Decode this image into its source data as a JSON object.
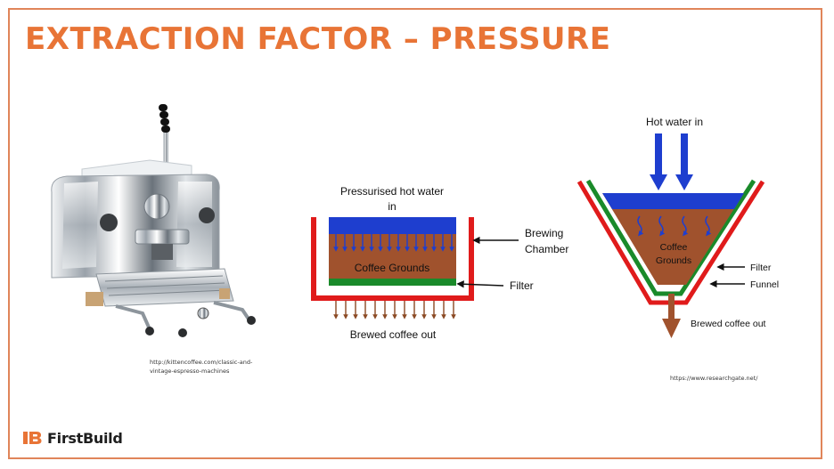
{
  "title": "EXTRACTION FACTOR – PRESSURE",
  "colors": {
    "accent": "#e87436",
    "water": "#1e3ecf",
    "grounds": "#a0522d",
    "filter": "#1a8a2a",
    "chamber": "#e01b1b"
  },
  "left_image": {
    "credit": "http://kittencoffee.com/classic-and-vintage-espresso-machines"
  },
  "espresso_diagram": {
    "water_in_line1": "Pressurised hot water",
    "water_in_line2": "in",
    "grounds_label": "Coffee Grounds",
    "chamber_label_line1": "Brewing",
    "chamber_label_line2": "Chamber",
    "filter_label": "Filter",
    "out_label": "Brewed coffee out"
  },
  "drip_diagram": {
    "water_in_label": "Hot water in",
    "grounds_label_line1": "Coffee",
    "grounds_label_line2": "Grounds",
    "filter_label": "Filter",
    "funnel_label": "Funnel",
    "out_label": "Brewed coffee out",
    "credit": "https://www.researchgate.net/"
  },
  "brand": {
    "name": "FirstBuild",
    "logo_icon": "firstbuild-logo-icon"
  }
}
